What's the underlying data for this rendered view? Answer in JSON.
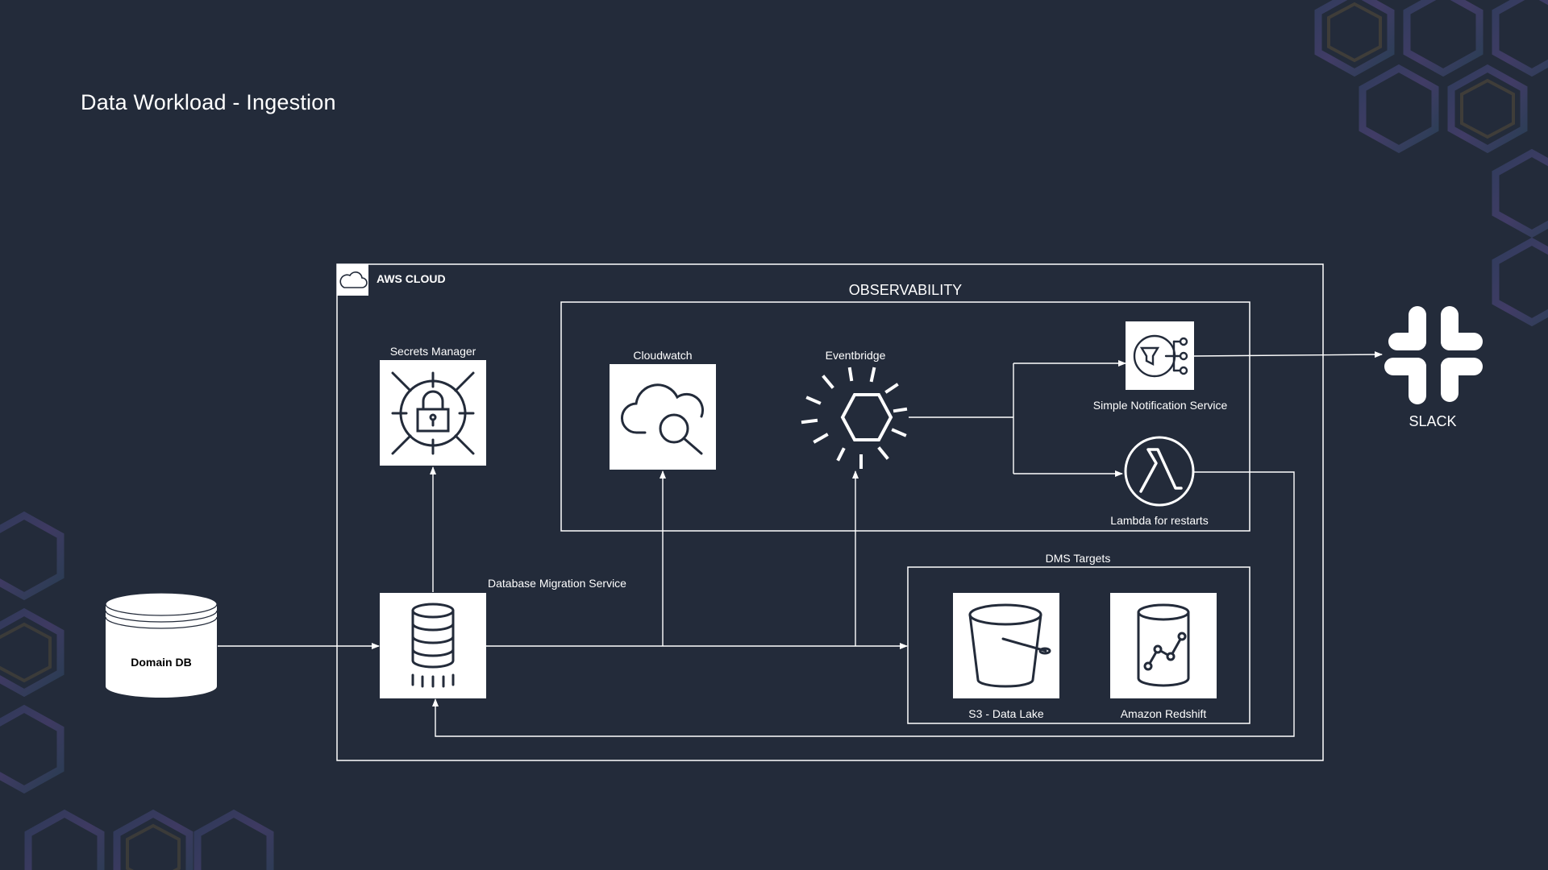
{
  "title": "Data Workload - Ingestion",
  "colors": {
    "background": "#232b3a",
    "line": "#ffffff",
    "icon_box": "#ffffff",
    "icon_stroke": "#232b3a"
  },
  "aws_cloud": {
    "label": "AWS CLOUD",
    "icon": "cloud-icon"
  },
  "observability": {
    "label": "OBSERVABILITY"
  },
  "dms_targets": {
    "label": "DMS Targets"
  },
  "nodes": {
    "domain_db": {
      "label": "Domain DB",
      "icon": "database-cylinder-icon"
    },
    "secrets_manager": {
      "label": "Secrets Manager",
      "icon": "lock-target-icon"
    },
    "dms": {
      "label": "Database Migration Service",
      "icon": "database-stack-icon"
    },
    "cloudwatch": {
      "label": "Cloudwatch",
      "icon": "cloud-magnifier-icon"
    },
    "eventbridge": {
      "label": "Eventbridge",
      "icon": "hexagon-burst-icon"
    },
    "sns": {
      "label": "Simple Notification Service",
      "icon": "sns-fanout-icon"
    },
    "lambda": {
      "label": "Lambda for restarts",
      "icon": "lambda-icon"
    },
    "s3": {
      "label": "S3 - Data Lake",
      "icon": "bucket-icon"
    },
    "redshift": {
      "label": "Amazon Redshift",
      "icon": "redshift-icon"
    },
    "slack": {
      "label": "SLACK",
      "icon": "slack-logo-icon"
    }
  }
}
